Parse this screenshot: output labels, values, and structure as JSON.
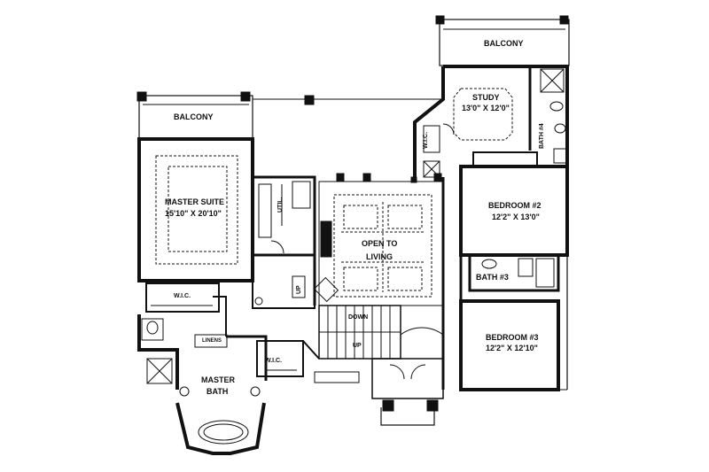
{
  "rooms": {
    "balcony_left": {
      "label": "BALCONY"
    },
    "balcony_right": {
      "label": "BALCONY"
    },
    "study": {
      "label": "STUDY",
      "dims": "13'0\" X 12'0\""
    },
    "bath4": {
      "label": "BATH #4"
    },
    "wic_study": {
      "label": "W.I.C."
    },
    "master_suite": {
      "label": "MASTER SUITE",
      "dims": "15'10\" X 20'10\""
    },
    "util": {
      "label": "UTIL."
    },
    "open_to_living": {
      "label_line1": "OPEN TO",
      "label_line2": "LIVING"
    },
    "bedroom2": {
      "label": "BEDROOM #2",
      "dims": "12'2\" X 13'0\""
    },
    "bath3": {
      "label": "BATH #3"
    },
    "wic_master": {
      "label": "W.I.C."
    },
    "linens": {
      "label": "LINENS"
    },
    "master_bath": {
      "label_line1": "MASTER",
      "label_line2": "BATH"
    },
    "wic_hall": {
      "label": "W.I.C."
    },
    "bedroom3": {
      "label": "BEDROOM #3",
      "dims": "12'2\" X 12'10\""
    },
    "stair": {
      "down": "DOWN",
      "up": "UP"
    },
    "util_up": {
      "label": "UP"
    }
  },
  "colors": {
    "line": "#111111",
    "paper": "#ffffff"
  }
}
